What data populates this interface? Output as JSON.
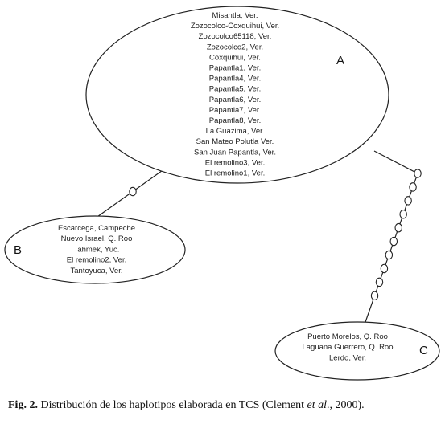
{
  "network": {
    "groups": [
      {
        "id": "A",
        "letter": "A",
        "items": [
          "Misantla, Ver.",
          "Zozocolco-Coxquihui, Ver.",
          "Zozocolco65118, Ver.",
          "Zozocolco2, Ver.",
          "Coxquihui, Ver.",
          "Papantla1, Ver.",
          "Papantla4, Ver.",
          "Papantla5, Ver.",
          "Papantla6, Ver.",
          "Papantla7, Ver.",
          "Papantla8, Ver.",
          "La Guazima, Ver.",
          "San Mateo Polutla  Ver.",
          "San Juan Papantla, Ver.",
          "El remolino3, Ver.",
          "El remolino1, Ver."
        ]
      },
      {
        "id": "B",
        "letter": "B",
        "items": [
          "Escarcega, Campeche",
          "Nuevo Israel, Q. Roo",
          "Tahmek, Yuc.",
          "El remolino2, Ver.",
          "Tantoyuca, Ver."
        ]
      },
      {
        "id": "C",
        "letter": "C",
        "items": [
          "Puerto Morelos, Q. Roo",
          "Laguana Guerrero, Q. Roo",
          "Lerdo, Ver."
        ]
      }
    ],
    "links": [
      {
        "from": "A",
        "to": "B",
        "missing_haplotypes": 1
      },
      {
        "from": "A",
        "to": "C",
        "missing_haplotypes": 10
      }
    ]
  },
  "caption": {
    "label": "Fig. 2.",
    "text_before": " Distribución de los haplotipos elaborada en TCS (Clement ",
    "italic": "et al",
    "text_after": "., 2000)."
  }
}
